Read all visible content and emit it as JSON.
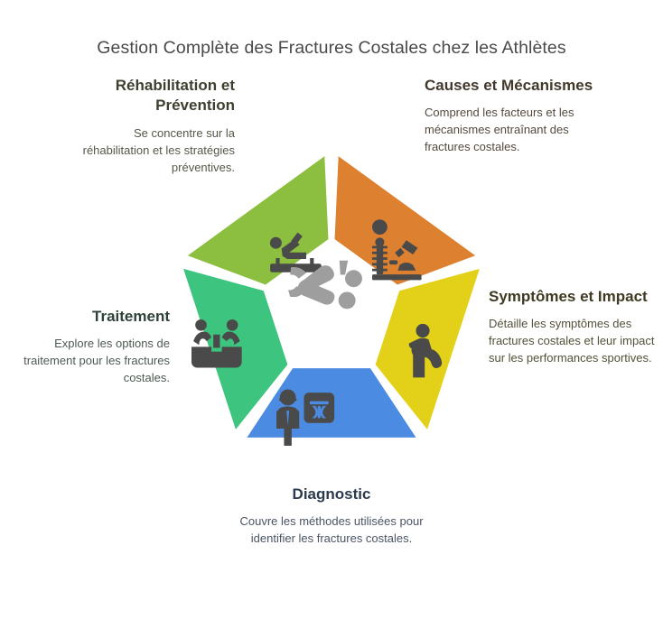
{
  "page": {
    "title": "Gestion Complète des Fractures Costales chez les Athlètes",
    "background_color": "#FFFFFF",
    "title_color": "#4A4A4A"
  },
  "diagram": {
    "type": "pentagon-cycle",
    "center_icon": {
      "name": "impact-collision-icon",
      "color": "#9E9E9E"
    },
    "center_fill": "#FFFFFF",
    "segments": [
      {
        "id": "causes",
        "position": "top-right",
        "color": "#DD8030",
        "icon": "high-jump-apparatus-icon",
        "icon_color": "#4A4A4A",
        "heading": "Causes et Mécanismes",
        "description": "Comprend les facteurs et les mécanismes entraînant des fractures costales."
      },
      {
        "id": "symptomes",
        "position": "right",
        "color": "#E3D018",
        "icon": "person-rib-pain-icon",
        "icon_color": "#4A4A4A",
        "heading": "Symptômes et Impact",
        "description": "Détaille les symptômes des fractures costales et leur impact sur les performances sportives."
      },
      {
        "id": "diagnostic",
        "position": "bottom",
        "color": "#4C8BE2",
        "icon": "doctor-xray-scan-icon",
        "icon_color": "#4A4A4A",
        "heading": "Diagnostic",
        "description": "Couvre les méthodes utilisées pour identifier les fractures costales."
      },
      {
        "id": "traitement",
        "position": "left",
        "color": "#3DC47E",
        "icon": "therapy-tub-icon",
        "icon_color": "#4A4A4A",
        "heading": "Traitement",
        "description": "Explore les options de traitement pour les fractures costales."
      },
      {
        "id": "rehabilitation",
        "position": "top-left",
        "color": "#8CBF3F",
        "icon": "stretching-exercise-bench-icon",
        "icon_color": "#4A4A4A",
        "heading": "Réhabilitation et Prévention",
        "description": "Se concentre sur la réhabilitation et les stratégies préventives."
      }
    ]
  }
}
